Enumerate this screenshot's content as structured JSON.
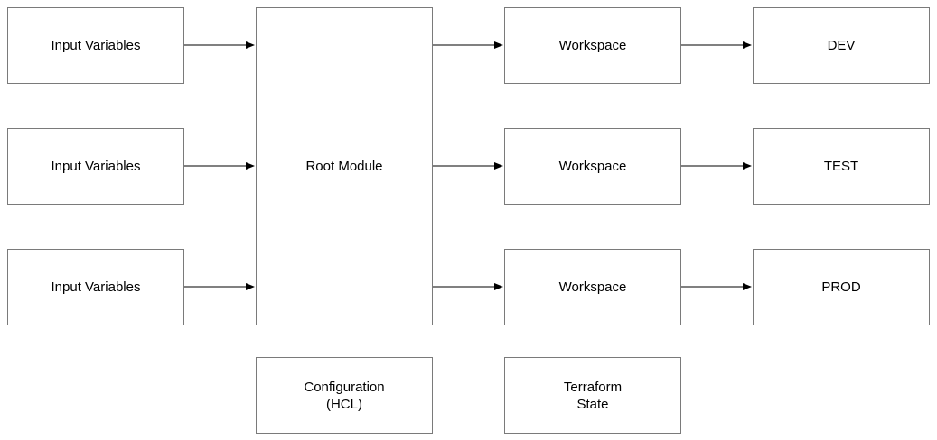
{
  "diagram": {
    "inputs": [
      {
        "label": "Input Variables"
      },
      {
        "label": "Input Variables"
      },
      {
        "label": "Input Variables"
      }
    ],
    "root_module": {
      "label": "Root Module"
    },
    "workspaces": [
      {
        "label": "Workspace"
      },
      {
        "label": "Workspace"
      },
      {
        "label": "Workspace"
      }
    ],
    "environments": [
      {
        "label": "DEV"
      },
      {
        "label": "TEST"
      },
      {
        "label": "PROD"
      }
    ],
    "configuration": {
      "label": "Configuration\n(HCL)"
    },
    "state": {
      "label": "Terraform\nState"
    }
  },
  "colors": {
    "border": "#7a7a7a",
    "arrow": "#000000",
    "background": "#ffffff"
  }
}
